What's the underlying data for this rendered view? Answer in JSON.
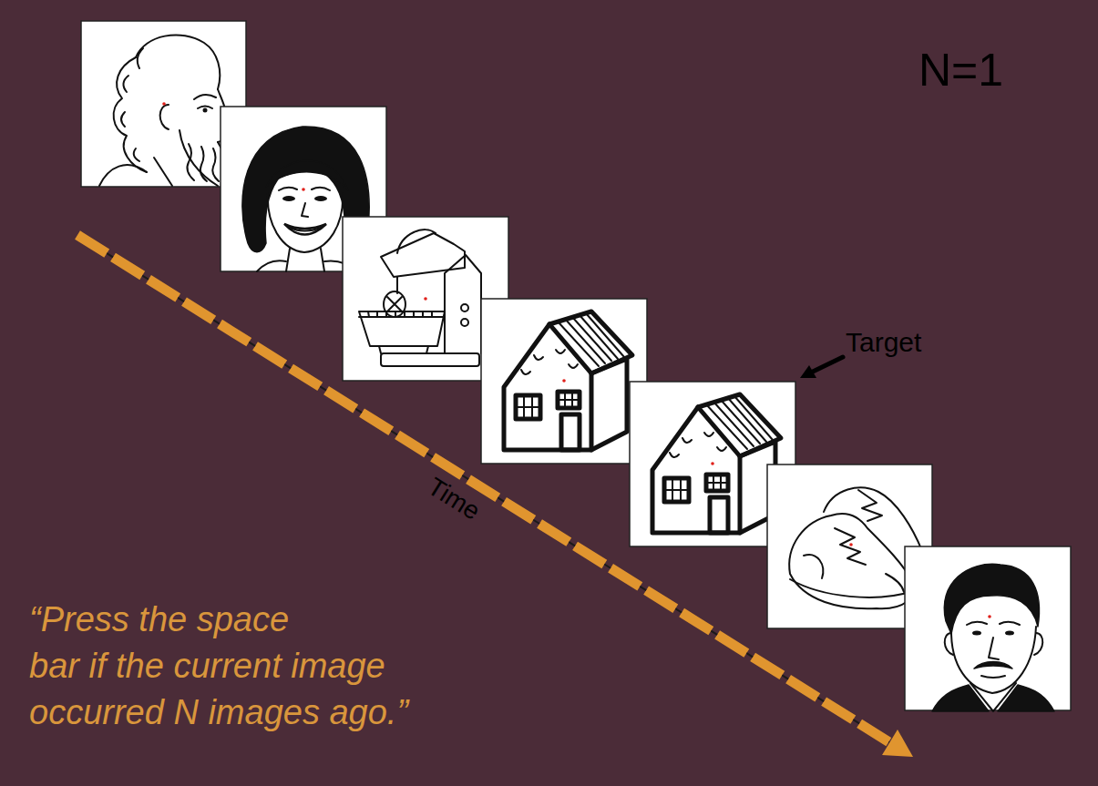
{
  "diagram": {
    "title": "N=1",
    "labels": [
      "Target",
      "Time",
      "“Press the space bar if the current image occurred N images ago.”"
    ]
  }
}
